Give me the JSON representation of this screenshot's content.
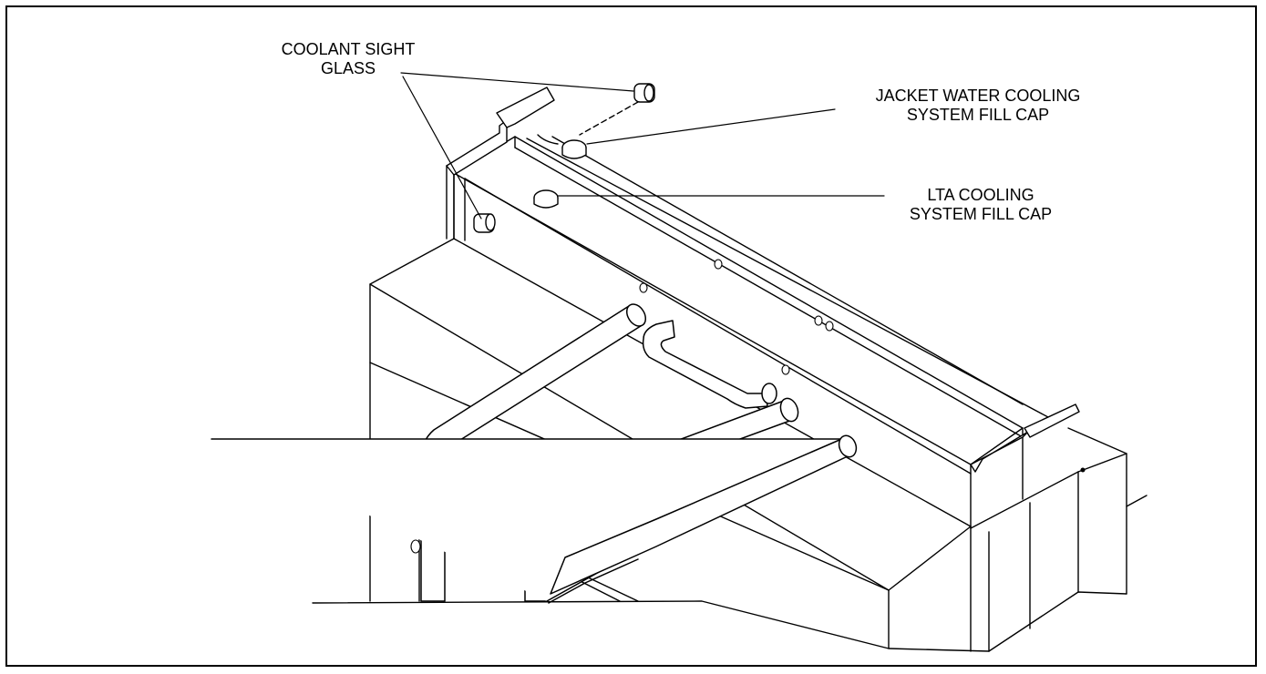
{
  "figure": {
    "callouts": {
      "coolant_sight_glass": {
        "line1": "COOLANT SIGHT",
        "line2": "GLASS"
      },
      "jacket_water_fill_cap": {
        "line1": "JACKET WATER COOLING",
        "line2": "SYSTEM FILL CAP"
      },
      "lta_fill_cap": {
        "line1": "LTA COOLING",
        "line2": "SYSTEM FILL CAP"
      }
    },
    "colors": {
      "ink": "#000000",
      "paper": "#ffffff"
    }
  }
}
